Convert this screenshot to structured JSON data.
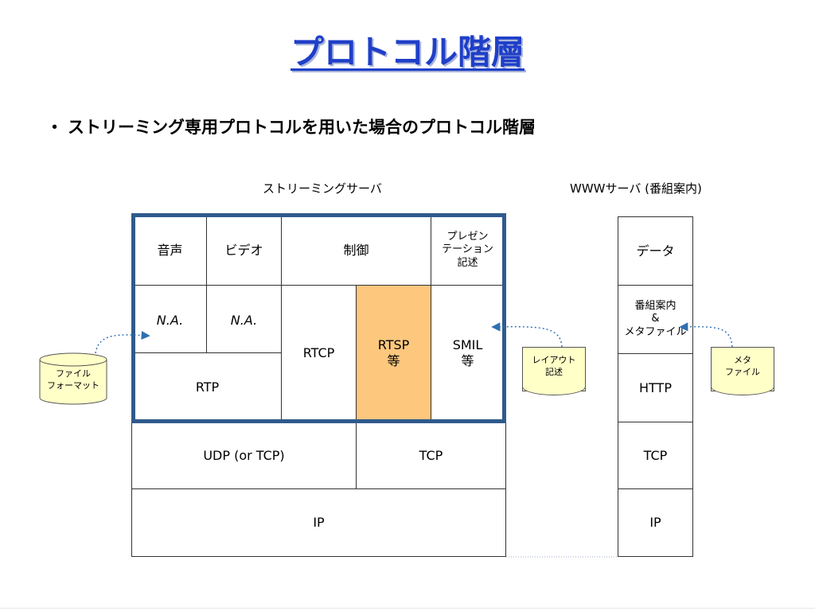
{
  "title": "プロトコル階層",
  "bullet": {
    "marker": "・",
    "text": "ストリーミング専用プロトコルを用いた場合のプロトコル階層"
  },
  "headers": {
    "streaming_server": "ストリーミングサーバ",
    "www_server": "WWWサーバ (番組案内)"
  },
  "streaming": {
    "audio": "音声",
    "video": "ビデオ",
    "control": "制御",
    "presentation": "プレゼン\nテーション\n記述",
    "na1": "N.A.",
    "na2": "N.A.",
    "rtcp": "RTCP",
    "rtsp": "RTSP\n等",
    "smil": "SMIL\n等",
    "rtp": "RTP",
    "udp": "UDP (or TCP)",
    "tcp": "TCP",
    "ip": "IP"
  },
  "www": {
    "data": "データ",
    "guide": "番組案内\n&\nメタファイル",
    "http": "HTTP",
    "tcp": "TCP",
    "ip": "IP"
  },
  "annotations": {
    "file_format": "ファイル\nフォーマット",
    "layout": "レイアウト\n記述",
    "meta": "メタ\nファイル"
  },
  "colors": {
    "title": "#1f3fc8",
    "frame": "#2f5a8c",
    "rtsp_fill": "#fdc77e",
    "note_fill": "#ffffc8",
    "arrow": "#2f6fb0"
  }
}
